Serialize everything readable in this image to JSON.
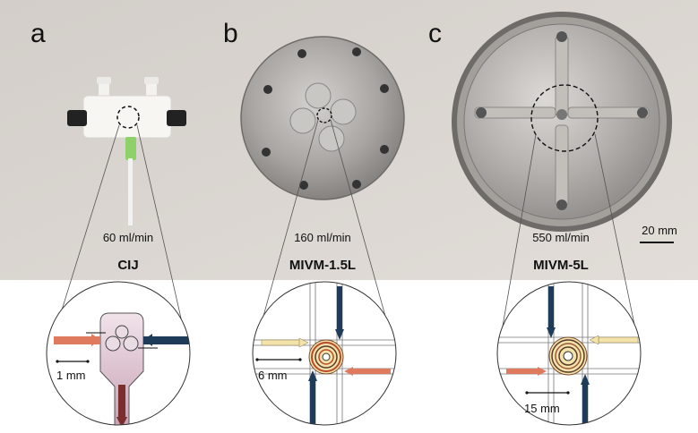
{
  "panels": [
    {
      "letter": "a",
      "flow": "60 ml/min",
      "name": "CIJ",
      "scale": "1 mm"
    },
    {
      "letter": "b",
      "flow": "160 ml/min",
      "name": "MIVM-1.5L",
      "scale": "6 mm"
    },
    {
      "letter": "c",
      "flow": "550 ml/min",
      "name": "MIVM-5L",
      "scale": "15 mm"
    }
  ],
  "photo_scale_bar": "20 mm",
  "colors": {
    "photo_background": "#d9d4cf",
    "inlet_orange": "#e07a5f",
    "inlet_navy": "#1f3b5a",
    "inlet_yellow": "#f3e2a9",
    "outlet_maroon": "#7a2e2e",
    "cij_chamber": "#d8b8c8"
  }
}
